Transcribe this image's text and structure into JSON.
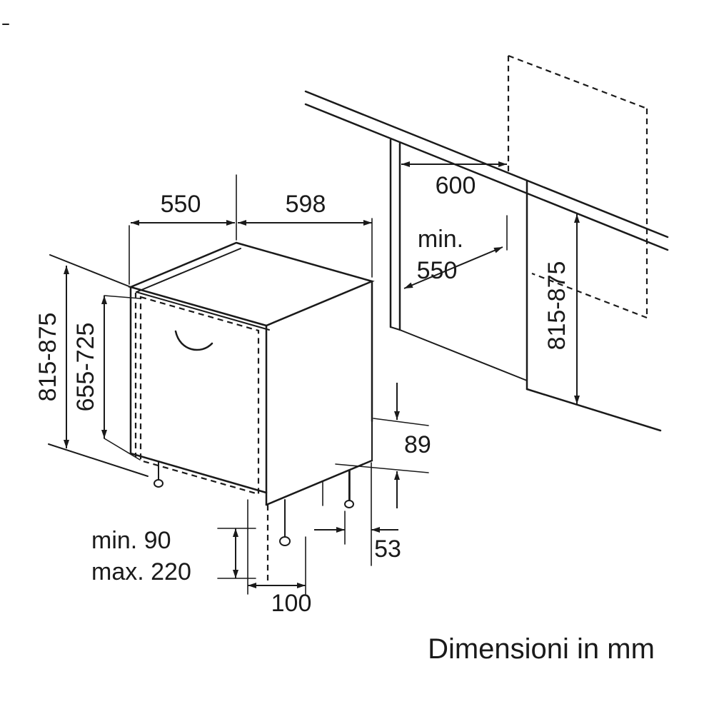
{
  "caption": "Dimensioni in mm",
  "colors": {
    "ink": "#1a1a1a",
    "background": "#ffffff"
  },
  "appliance": {
    "depth": "550",
    "width": "598",
    "height": "815-875",
    "door_height": "655-725",
    "plinth_min": "min. 90",
    "plinth_max": "max. 220",
    "foot_offset": "100",
    "base_rear_height": "89",
    "rear_foot_offset": "53"
  },
  "niche": {
    "worktop_depth": "600",
    "depth_min_line1": "min.",
    "depth_min_line2": "550",
    "height": "815-875"
  }
}
